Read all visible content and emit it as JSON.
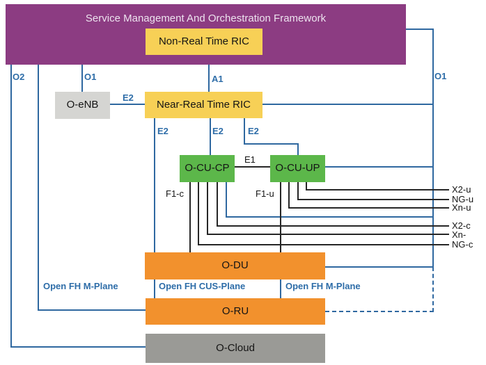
{
  "colors": {
    "purple": "#8C3C82",
    "yellow": "#F7D056",
    "green": "#5CB74A",
    "orange": "#F2912D",
    "grayLight": "#D5D5D2",
    "grayDark": "#9A9A96",
    "blueLine": "#2F68A0",
    "blueText": "#2E6DA8",
    "blackLine": "#262626",
    "smoTitle": "#EDE3EF"
  },
  "nodes": {
    "smo": "Service Management And Orchestration Framework",
    "non_rt_ric": "Non-Real Time RIC",
    "o_enb": "O-eNB",
    "near_rt_ric": "Near-Real Time RIC",
    "o_cu_cp": "O-CU-CP",
    "o_cu_up": "O-CU-UP",
    "o_du": "O-DU",
    "o_ru": "O-RU",
    "o_cloud": "O-Cloud"
  },
  "interfaces": {
    "o2": "O2",
    "o1_left": "O1",
    "a1": "A1",
    "o1_right": "O1",
    "e2_enb": "E2",
    "e2_a": "E2",
    "e2_b": "E2",
    "e2_c": "E2",
    "e1": "E1",
    "f1_c": "F1-c",
    "f1_u": "F1-u",
    "x2_u": "X2-u",
    "ng_u": "NG-u",
    "xn_u": "Xn-u",
    "x2_c": "X2-c",
    "xn_c": "Xn-",
    "ng_c": "NG-c",
    "fh_m_left": "Open FH M-Plane",
    "fh_cus": "Open FH CUS-Plane",
    "fh_m_right": "Open FH M-Plane"
  }
}
